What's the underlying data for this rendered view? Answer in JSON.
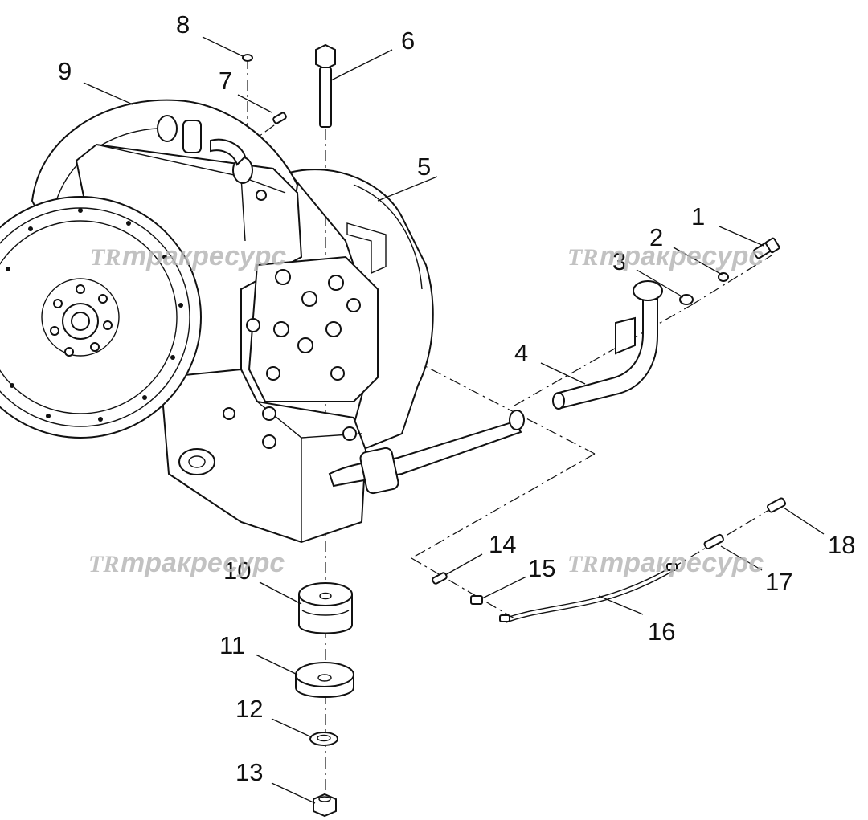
{
  "callouts": [
    {
      "id": "1",
      "label": "1"
    },
    {
      "id": "2",
      "label": "2"
    },
    {
      "id": "3",
      "label": "3"
    },
    {
      "id": "4",
      "label": "4"
    },
    {
      "id": "5",
      "label": "5"
    },
    {
      "id": "6",
      "label": "6"
    },
    {
      "id": "7",
      "label": "7"
    },
    {
      "id": "8",
      "label": "8"
    },
    {
      "id": "9",
      "label": "9"
    },
    {
      "id": "10",
      "label": "10"
    },
    {
      "id": "11",
      "label": "11"
    },
    {
      "id": "12",
      "label": "12"
    },
    {
      "id": "13",
      "label": "13"
    },
    {
      "id": "14",
      "label": "14"
    },
    {
      "id": "15",
      "label": "15"
    },
    {
      "id": "16",
      "label": "16"
    },
    {
      "id": "17",
      "label": "17"
    },
    {
      "id": "18",
      "label": "18"
    }
  ],
  "watermark": {
    "logo": "TR",
    "text": "тракресурс",
    "color": "#b8b8b8"
  },
  "colors": {
    "line": "#111111",
    "background": "#ffffff"
  }
}
